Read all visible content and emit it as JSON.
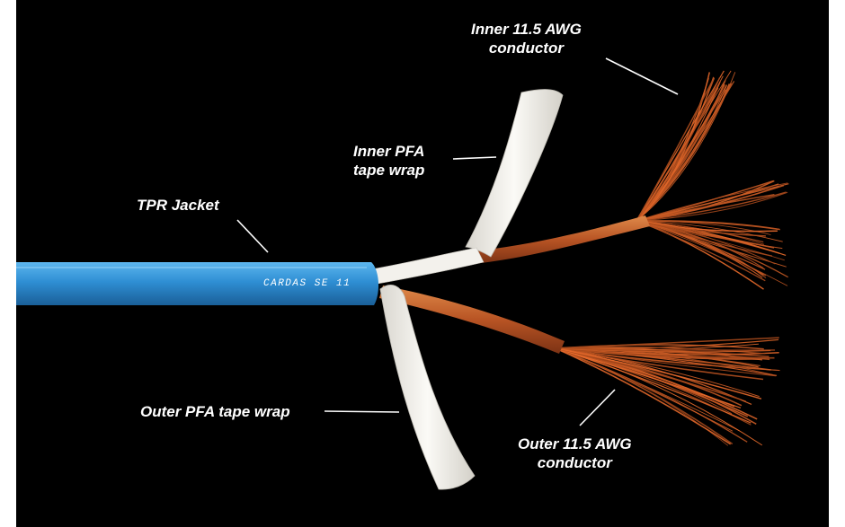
{
  "colors": {
    "background": "#000000",
    "jacket": "#2f8fd4",
    "tape": "#f2f0ea",
    "copper": "#c4622c",
    "label_text": "#ffffff"
  },
  "jacket_print": "CARDAS SE 11",
  "labels": {
    "inner_conductor": [
      "Inner 11.5 AWG",
      "conductor"
    ],
    "inner_tape": [
      "Inner PFA",
      "tape wrap"
    ],
    "jacket": [
      "TPR Jacket"
    ],
    "outer_tape": [
      "Outer PFA tape wrap"
    ],
    "outer_conductor": [
      "Outer 11.5 AWG",
      "conductor"
    ]
  }
}
